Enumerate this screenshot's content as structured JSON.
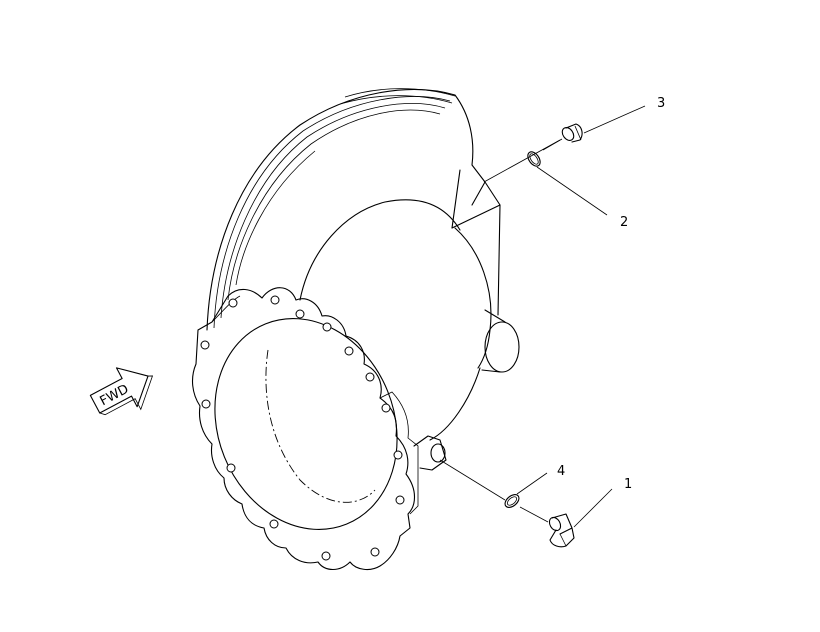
{
  "direction_arrow": {
    "label": "FWD"
  },
  "callouts": [
    {
      "id": "1",
      "label": "1"
    },
    {
      "id": "2",
      "label": "2"
    },
    {
      "id": "3",
      "label": "3"
    },
    {
      "id": "4",
      "label": "4"
    }
  ]
}
